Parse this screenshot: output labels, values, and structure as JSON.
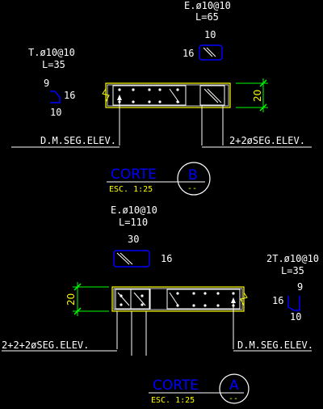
{
  "colors": {
    "background": "#000000",
    "concrete": "#ffff00",
    "rebar": "#ffffff",
    "dimension": "#00ff00",
    "title": "#0000ff",
    "scale_text": "#ffff00",
    "underline": "#ffffff"
  },
  "section_b": {
    "stirrup_spec": "E.ø10@10",
    "stirrup_length": "L=65",
    "stirrup_dim_top": "10",
    "stirrup_dim_side": "16",
    "hook_spec": "T.ø10@10",
    "hook_length": "L=35",
    "hook_dim_top": "9",
    "hook_dim_side": "16",
    "hook_dim_bottom": "10",
    "depth_dim": "20",
    "left_callout": "D.M.SEG.ELEV.",
    "right_callout": "2+2øSEG.ELEV.",
    "title": "CORTE",
    "scale": "ESC. 1:25",
    "marker": "B",
    "marker_sub": "--"
  },
  "section_a": {
    "stirrup_spec": "E.ø10@10",
    "stirrup_length": "L=110",
    "stirrup_dim_top": "30",
    "stirrup_dim_side": "16",
    "hook_spec": "2T.ø10@10",
    "hook_length": "L=35",
    "hook_dim_top": "9",
    "hook_dim_side": "16",
    "hook_dim_bottom": "10",
    "depth_dim": "20",
    "left_callout": "2+2+2øSEG.ELEV.",
    "right_callout": "D.M.SEG.ELEV.",
    "title": "CORTE",
    "scale": "ESC. 1:25",
    "marker": "A",
    "marker_sub": "--"
  }
}
